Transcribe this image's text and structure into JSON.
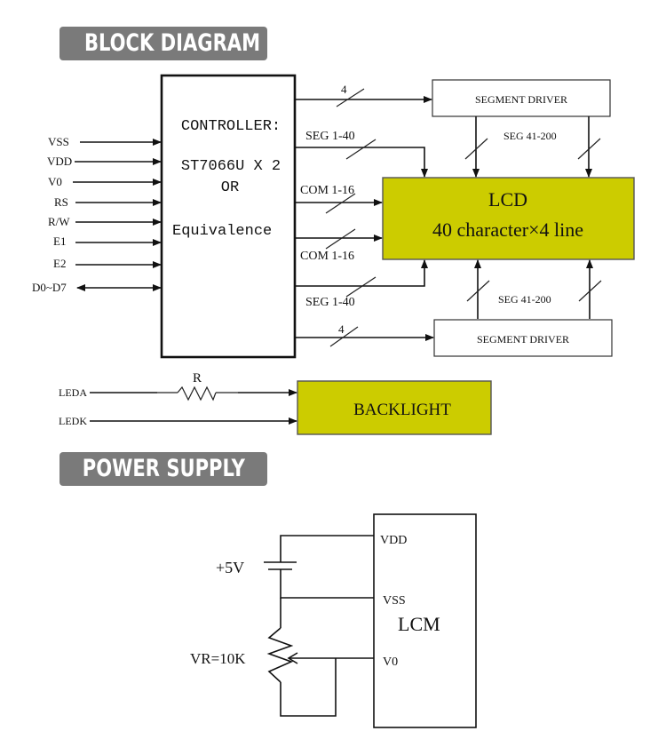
{
  "sections": {
    "block_diagram_title": "BLOCK DIAGRAM",
    "power_supply_title": "POWER SUPPLY"
  },
  "colors": {
    "banner_bg": "#7a7a7a",
    "banner_text": "#ffffff",
    "lcd_fill": "#cccc00",
    "line": "#111111"
  },
  "controller": {
    "line1": "CONTROLLER:",
    "line2": "ST7066U X 2",
    "line3": "OR",
    "line4": "Equivalence"
  },
  "input_signals": [
    "VSS",
    "VDD",
    "V0",
    "RS",
    "R/W",
    "E1",
    "E2",
    "D0~D7"
  ],
  "buses": {
    "top_driver_bus": "4",
    "seg_top": "SEG 1-40",
    "com_top": "COM 1-16",
    "com_bottom": "COM 1-16",
    "seg_bottom": "SEG 1-40",
    "bottom_driver_bus": "4",
    "seg_41_200_top": "SEG 41-200",
    "seg_41_200_bottom": "SEG 41-200"
  },
  "segment_driver_top": "SEGMENT DRIVER",
  "segment_driver_bottom": "SEGMENT DRIVER",
  "lcd": {
    "title": "LCD",
    "subtitle": "40 character×4 line"
  },
  "backlight": {
    "label": "BACKLIGHT",
    "anode": "LEDA",
    "cathode": "LEDK",
    "resistor": "R"
  },
  "power_supply": {
    "battery": "+5V",
    "pot": "VR=10K",
    "module": "LCM",
    "pins": [
      "VDD",
      "VSS",
      "V0"
    ]
  }
}
